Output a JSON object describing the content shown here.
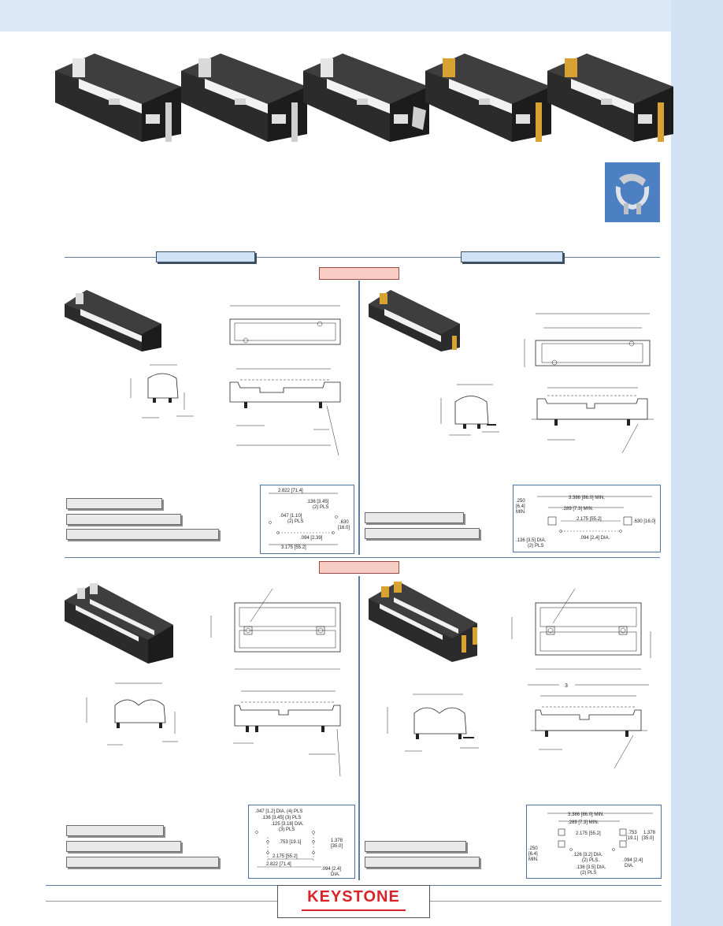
{
  "footer": {
    "brand": "KEYSTONE"
  },
  "section2": {
    "dimension_label": "3"
  },
  "dims": {
    "a1": ".136 [3.45]",
    "a2": "(2) PLS",
    "a3": ".047 [1.10]",
    "a4": "(2) PLS",
    "a5": "2.822 [71.4]",
    "a6": ".630",
    "a7": "[16.0]",
    "a8": ".094 [2.39]",
    "a9": "3.175 [55.2]",
    "b1": "3.386 [86.0] MIN.",
    "b2": ".289 [7.3] MIN.",
    "b3": ".250",
    "b4": "[6.4]",
    "b5": "MIN.",
    "b6": "2.175 [55.2]",
    "b7": ".630 [16.0]",
    "b8": ".136 [3.5] DIA.",
    "b9": "(2) PLS",
    "b10": ".094 [2.4] DIA.",
    "c1": ".047 [1.2] DIA. (4) PLS",
    "c2": ".136 [3.45] (3) PLS",
    "c3": ".125 [3.18] DIA.",
    "c4": "(3) PLS",
    "c5": ".753 [19.1]",
    "c6": "1.378",
    "c7": "[35.0]",
    "c8": "2.175 [55.2]",
    "c9": "2.822 [71.4]",
    "c10": ".094 [2.4]",
    "c11": "DIA.",
    "d1": "3.386 [86.0] MIN.",
    "d2": ".289 [7.3] MIN.",
    "d3": "2.175 [55.2]",
    "d4": ".753",
    "d5": "[19.1]",
    "d6": "1.378",
    "d7": "[35.0]",
    "d8": ".250",
    "d9": "[6.4]",
    "d10": "MIN.",
    "d11": ".126 [3.2] DIA.",
    "d12": "(2) PLS.",
    "d13": ".094 [2.4]",
    "d14": "DIA.",
    "d15": ".136 [3.5] DIA.",
    "d16": "(2) PLS"
  },
  "colors": {
    "accent_blue": "#5c7ea3",
    "band": "#dce8f6",
    "strip": "#d2e2f4",
    "brand_red": "#d8232a"
  }
}
